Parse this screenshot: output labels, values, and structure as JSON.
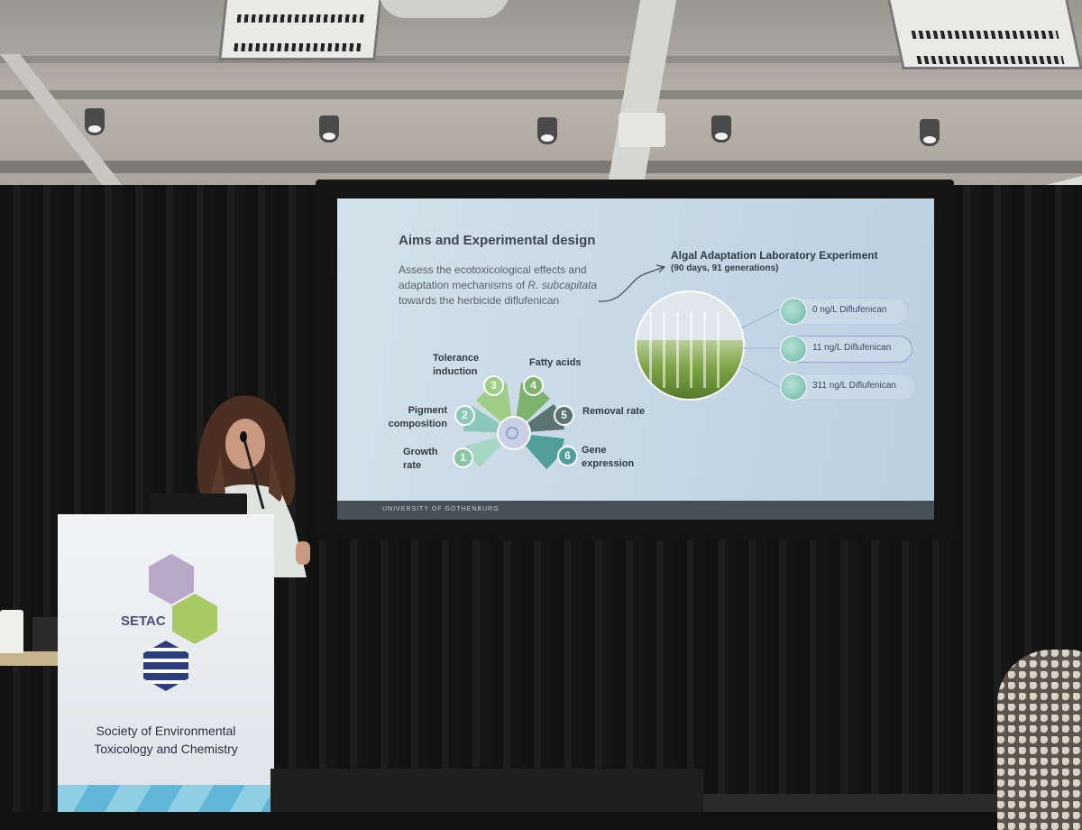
{
  "slide": {
    "title": "Aims and Experimental design",
    "aim_line1": "Assess the ecotoxicological effects and",
    "aim_line2_prefix": "adaptation mechanisms of ",
    "aim_line2_species": "R. subcapitata",
    "aim_line3": "towards the herbicide diflufenican",
    "experiment_title": "Algal Adaptation Laboratory Experiment",
    "experiment_subtitle": "(90 days, 91 generations)",
    "endpoints": [
      {
        "number": "1",
        "label_line1": "Growth",
        "label_line2": "rate"
      },
      {
        "number": "2",
        "label_line1": "Pigment",
        "label_line2": "composition"
      },
      {
        "number": "3",
        "label_line1": "Tolerance",
        "label_line2": "induction"
      },
      {
        "number": "4",
        "label_line1": "Fatty acids",
        "label_line2": ""
      },
      {
        "number": "5",
        "label_line1": "Removal rate",
        "label_line2": ""
      },
      {
        "number": "6",
        "label_line1": "Gene",
        "label_line2": "expression"
      }
    ],
    "conditions": [
      "0 ng/L Diflufenican",
      "11 ng/L Diflufenican",
      "311 ng/L Diflufenican"
    ],
    "footer": "UNIVERSITY OF GOTHENBURG"
  },
  "podium": {
    "logo_text": "SETAC",
    "org_line1": "Society of Environmental",
    "org_line2": "Toxicology and Chemistry"
  },
  "colors": {
    "slide_bg": "#c9dae6",
    "wheel_green": "#8bc7a4",
    "wheel_dark": "#4f6b6a",
    "podium_accent": "#5fb6d6",
    "condition_border": "#b9c8e4"
  }
}
